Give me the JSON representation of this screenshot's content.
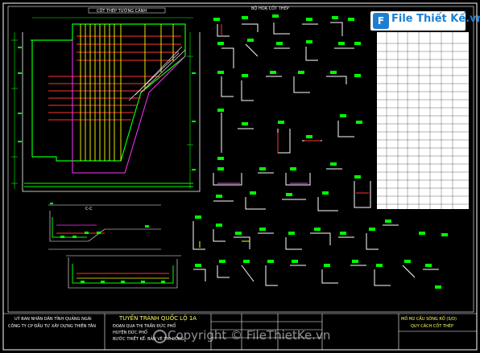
{
  "drawing": {
    "wall_rebar_title": "CỐT THÉP TƯỜNG CÁNH",
    "rebar_schedule_title": "BỘ HOẠ CỐT THÉP",
    "section_label": "C-C"
  },
  "title_block": {
    "owner": "UỶ BAN NHÂN DÂN TỈNH QUẢNG NGÃI",
    "company": "CÔNG TY CP ĐẦU TƯ XÂY DỰNG THIÊN TÂN",
    "project_line1": "TUYẾN TRÁNH QUỐC LỘ 1A",
    "project_line2": "ĐOẠN QUA THỊ TRẤN ĐỨC PHỔ",
    "project_line3": "HUYỆN ĐỨC PHỔ",
    "project_line4": "BƯỚC THIẾT KẾ: BẢN VẼ THI CÔNG",
    "sheet_title": "MỐ M2 CẦU SÔNG RỒ (S/D)",
    "sheet_subtitle": "QUY CÁCH CỐT THÉP"
  },
  "logo": {
    "text": "File Thiết Kế.vn",
    "mark": "F"
  },
  "watermark": {
    "text": "Copyright © FileThietKe.vn"
  },
  "colors": {
    "background": "#000000",
    "frame": "#ffffff",
    "rebar_green": "#00ff00",
    "rebar_red": "#ff3333",
    "rebar_yellow": "#ffff00",
    "rebar_magenta": "#ff33ff",
    "dimension": "#ffffff",
    "logo_blue": "#1e7fd0"
  }
}
